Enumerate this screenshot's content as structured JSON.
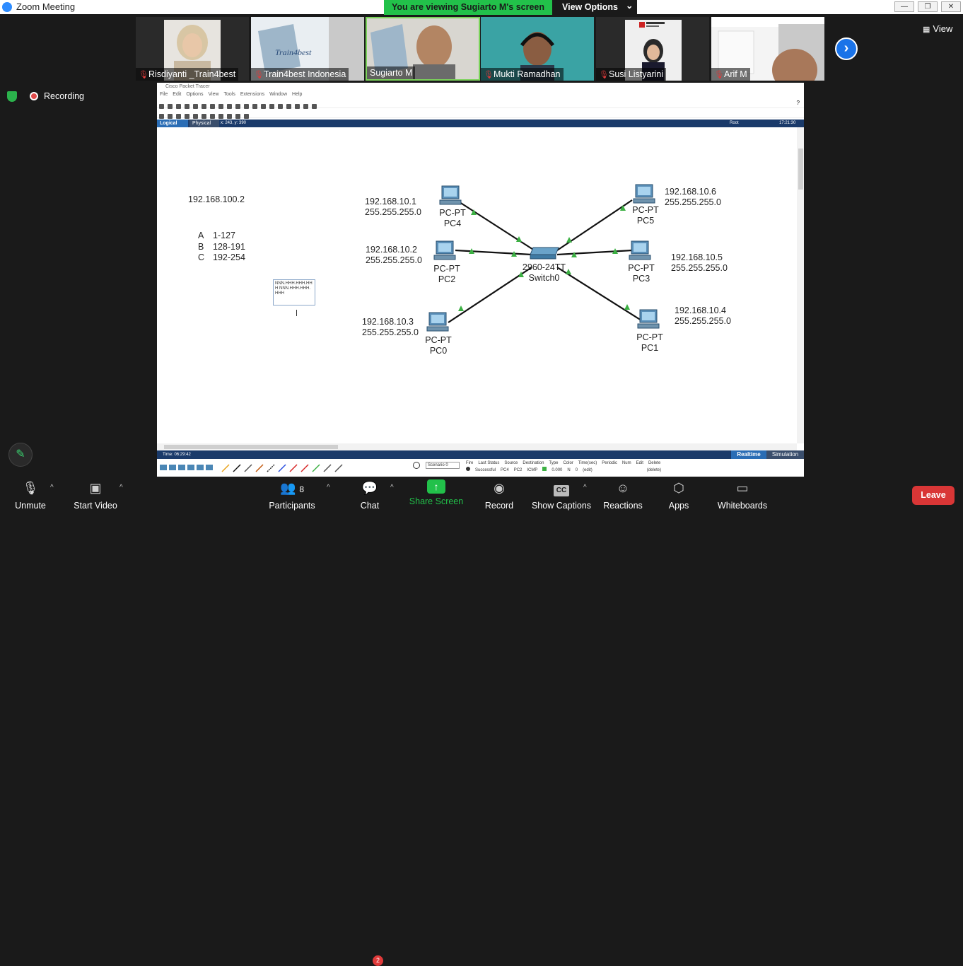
{
  "window": {
    "title": "Zoom Meeting",
    "min": "—",
    "max": "❐",
    "close": "✕"
  },
  "banner": {
    "viewing": "You are viewing Sugiarto M's screen",
    "view_options": "View Options",
    "caret": "⌄"
  },
  "participants_strip": [
    {
      "name": "Risdiyanti _Train4best",
      "muted": true,
      "active": false,
      "bg": "#e7e4df"
    },
    {
      "name": "Train4best Indonesia",
      "muted": true,
      "active": false,
      "bg": "#c7d2dc"
    },
    {
      "name": "Sugiarto M",
      "muted": false,
      "active": true,
      "bg": "#b9b7b0"
    },
    {
      "name": "Mukti Ramadhan",
      "muted": true,
      "active": false,
      "bg": "#3aa3a4"
    },
    {
      "name": "Susi Listyarini",
      "muted": true,
      "active": false,
      "bg": "#efefef"
    },
    {
      "name": "Arif M",
      "muted": true,
      "active": false,
      "bg": "#d9d9d9"
    }
  ],
  "view_button": "View",
  "recording_label": "Recording",
  "packet_tracer": {
    "title": "Cisco Packet Tracer",
    "menu": [
      "File",
      "Edit",
      "Options",
      "View",
      "Tools",
      "Extensions",
      "Window",
      "Help"
    ],
    "help_mark": "?",
    "tab_logical": "Logical",
    "tab_physical": "Physical",
    "coords": "x: 243, y: 390",
    "root": "Root",
    "time": "17:21:30",
    "sim_time": "Time: 06:29:42",
    "realtime": "Realtime",
    "simulation": "Simulation",
    "scenario": "Scenario 0",
    "pdu_headers": [
      "Fire",
      "Last Status",
      "Source",
      "Destination",
      "Type",
      "Color",
      "Time(sec)",
      "Periodic",
      "Num",
      "Edit",
      "Delete"
    ],
    "pdu_row": [
      "",
      "Successful",
      "PC4",
      "PC2",
      "ICMP",
      "",
      "0.000",
      "N",
      "0",
      "(edit)",
      "(delete)"
    ],
    "canvas": {
      "ip_standalone": "192.168.100.2",
      "classes": [
        {
          "cls": "A",
          "range": "1-127"
        },
        {
          "cls": "B",
          "range": "128-191"
        },
        {
          "cls": "C",
          "range": "192-254"
        }
      ],
      "note_text": "NNN.HHH.HHH.HHH NNN.HHH.HHH.HHH",
      "switch": {
        "model": "2960-24TT",
        "name": "Switch0"
      },
      "pcs": [
        {
          "id": "pc4",
          "type": "PC-PT",
          "name": "PC4",
          "ip": "192.168.10.1",
          "mask": "255.255.255.0"
        },
        {
          "id": "pc2",
          "type": "PC-PT",
          "name": "PC2",
          "ip": "192.168.10.2",
          "mask": "255.255.255.0"
        },
        {
          "id": "pc0",
          "type": "PC-PT",
          "name": "PC0",
          "ip": "192.168.10.3",
          "mask": "255.255.255.0"
        },
        {
          "id": "pc5",
          "type": "PC-PT",
          "name": "PC5",
          "ip": "192.168.10.6",
          "mask": "255.255.255.0"
        },
        {
          "id": "pc3",
          "type": "PC-PT",
          "name": "PC3",
          "ip": "192.168.10.5",
          "mask": "255.255.255.0"
        },
        {
          "id": "pc1",
          "type": "PC-PT",
          "name": "PC1",
          "ip": "192.168.10.4",
          "mask": "255.255.255.0"
        }
      ]
    }
  },
  "toolbar": {
    "unmute": "Unmute",
    "start_video": "Start Video",
    "participants": "Participants",
    "participants_count": "8",
    "chat": "Chat",
    "chat_badge": "2",
    "share_screen": "Share Screen",
    "record": "Record",
    "show_captions": "Show Captions",
    "captions_icon": "CC",
    "reactions": "Reactions",
    "apps": "Apps",
    "whiteboards": "Whiteboards",
    "leave": "Leave"
  },
  "colors": {
    "zoom_blue": "#2d8cff",
    "banner_green": "#22c14a",
    "leave_red": "#d93636",
    "link_green": "#3cb043"
  }
}
